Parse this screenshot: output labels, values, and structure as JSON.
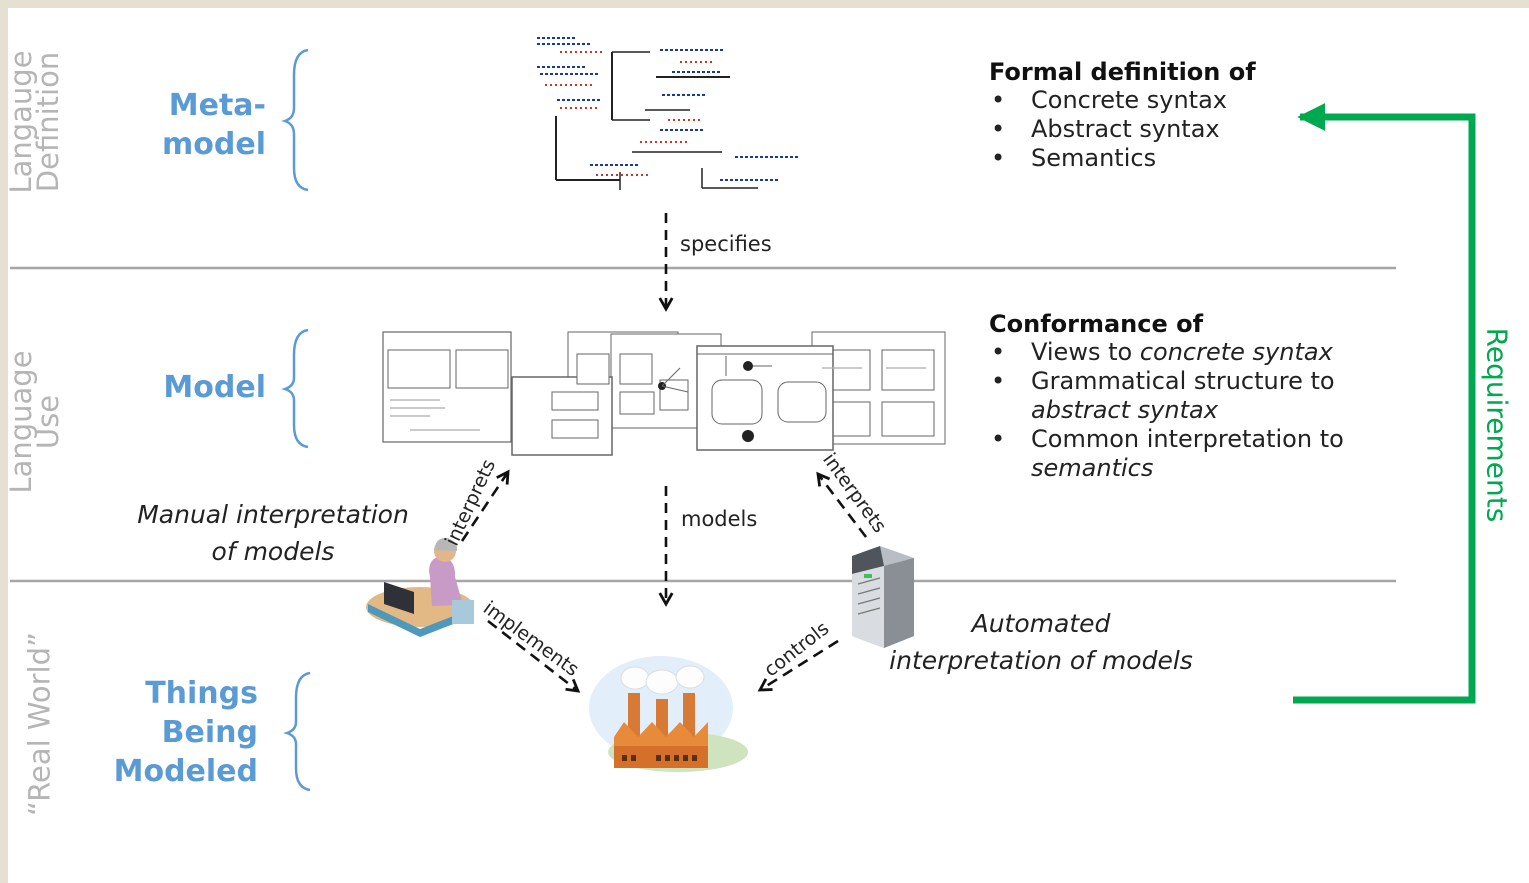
{
  "layers": {
    "definition": "Langauge\nDefinition",
    "use": "Language\nUse",
    "real": "“Real World”"
  },
  "levels": {
    "metamodel": "Meta-\nmodel",
    "model": "Model",
    "things": "Things\nBeing\nModeled"
  },
  "definition_box": {
    "heading": "Formal definition of",
    "items": [
      "Concrete syntax",
      "Abstract syntax",
      "Semantics"
    ]
  },
  "conformance_box": {
    "heading": "Conformance of",
    "items": [
      {
        "plain": "Views to ",
        "italic": "concrete syntax"
      },
      {
        "plain": "Grammatical structure to",
        "italic": "abstract syntax"
      },
      {
        "plain": "Common interpretation to",
        "italic": "semantics"
      }
    ]
  },
  "relations": {
    "specifies": "specifies",
    "models": "models",
    "interprets_left": "interprets",
    "interprets_right": "interprets",
    "implements": "implements",
    "controls": "controls"
  },
  "annotations": {
    "manual": "Manual interpretation\nof models",
    "automated": "Automated\ninterpretation of models"
  },
  "requirements": "Requirements",
  "colors": {
    "level_blue": "#5b9bd5",
    "layer_gray": "#b5b5b5",
    "requirements_green": "#00a84f",
    "divider": "#a6a6a6"
  }
}
